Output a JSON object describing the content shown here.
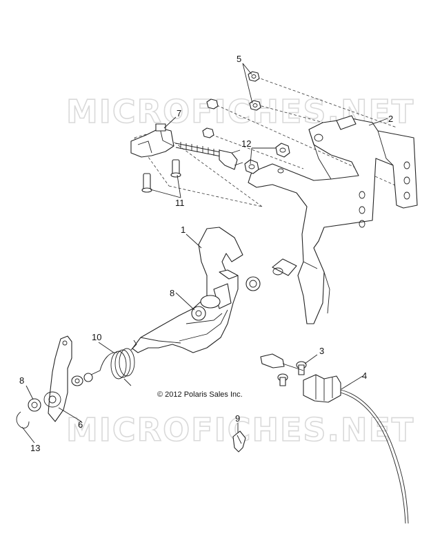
{
  "watermark": "MICROFICHES.NET",
  "copyright": "© 2012 Polaris Sales Inc.",
  "callouts": {
    "c1": "1",
    "c2": "2",
    "c3": "3",
    "c4": "4",
    "c5": "5",
    "c6": "6",
    "c7": "7",
    "c8a": "8",
    "c8b": "8",
    "c9": "9",
    "c10": "10",
    "c11": "11",
    "c12": "12",
    "c13": "13"
  }
}
